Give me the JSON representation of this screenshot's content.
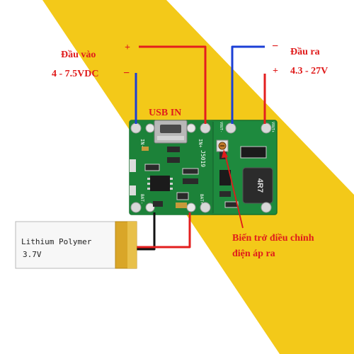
{
  "colors": {
    "band": "#f3c919",
    "pcb": "#1e8a3e",
    "wire_red": "#e31e1e",
    "wire_blue": "#1b3fd6",
    "wire_black": "#111111",
    "label_red": "#e01b1b"
  },
  "labels": {
    "input_title": "Đầu vào",
    "input_range": "4 - 7.5VDC",
    "input_plus": "+",
    "input_minus": "−",
    "output_title": "Đầu ra",
    "output_range": "4.3 - 27V",
    "output_plus": "+",
    "output_minus": "−",
    "usb_in": "USB IN",
    "pot_line1": "Biến trở điều chỉnh",
    "pot_line2": "điện áp ra"
  },
  "board": {
    "pad_in_minus": "IN-",
    "pad_in_plus": "IN+",
    "chip_label": "J5019",
    "pad_bat_minus": "BAT-",
    "pad_bat_plus": "BAT+",
    "pad_out_minus": "VOUT-",
    "pad_out_plus": "VOUT+",
    "inductor_label": "4R7"
  },
  "battery": {
    "line1": "Lithium Polymer",
    "line2": "3.7V"
  }
}
